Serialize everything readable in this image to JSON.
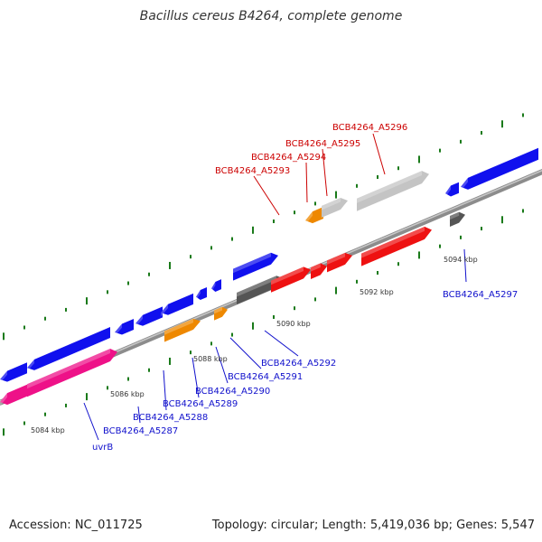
{
  "title": "Bacillus cereus B4264, complete genome",
  "footer": {
    "accession": "Accession: NC_011725",
    "stats": "Topology: circular; Length: 5,419,036 bp; Genes: 5,547"
  },
  "colors": {
    "backbone": "#8c8c8c",
    "tick": "#1a7a1a",
    "forward_blue": "#1010ee",
    "forward_label": "#1010cc",
    "reverse_red": "#ee1111",
    "reverse_label": "#cc0000",
    "pink": "#ee1188",
    "orange": "#ee8800",
    "light_gray": "#c4c4c4",
    "dark_gray": "#555555"
  },
  "scale_labels": [
    "5084 kbp",
    "5086 kbp",
    "5088 kbp",
    "5090 kbp",
    "5092 kbp",
    "5094 kbp"
  ],
  "gene_labels_top": [
    "BCB4264_A5293",
    "BCB4264_A5294",
    "BCB4264_A5295",
    "BCB4264_A5296"
  ],
  "gene_labels_bottom": [
    "uvrB",
    "BCB4264_A5287",
    "BCB4264_A5288",
    "BCB4264_A5289",
    "BCB4264_A5290",
    "BCB4264_A5291",
    "BCB4264_A5292",
    "BCB4264_A5297"
  ]
}
